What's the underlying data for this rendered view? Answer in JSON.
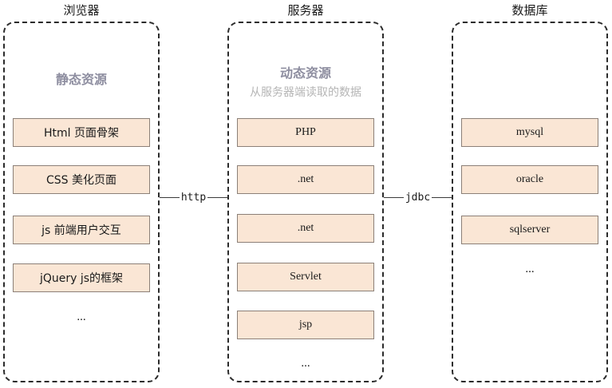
{
  "diagram": {
    "title": "Browser / Server / Database three-tier architecture",
    "colors": {
      "box_fill": "#fae6d5",
      "box_border": "#8c8078",
      "zone_border": "#2b2b2b",
      "heading": "#8e8ea0",
      "subheading": "#b5b5b5",
      "text": "#1a1a1a",
      "background": "#ffffff"
    }
  },
  "columns": [
    {
      "id": "browser",
      "title": "浏览器",
      "heading": "静态资源",
      "subheading": "",
      "items": [
        {
          "label": "Html 页面骨架",
          "cjk": true
        },
        {
          "label": "CSS 美化页面",
          "cjk": true
        },
        {
          "label": "js 前端用户交互",
          "cjk": true
        },
        {
          "label": "jQuery js的框架",
          "cjk": true
        }
      ],
      "ellipsis": "..."
    },
    {
      "id": "server",
      "title": "服务器",
      "heading": "动态资源",
      "subheading": "从服务器端读取的数据",
      "items": [
        {
          "label": "PHP",
          "cjk": false
        },
        {
          "label": ".net",
          "cjk": false
        },
        {
          "label": ".net",
          "cjk": false
        },
        {
          "label": "Servlet",
          "cjk": false
        },
        {
          "label": "jsp",
          "cjk": false
        }
      ],
      "ellipsis": "..."
    },
    {
      "id": "database",
      "title": "数据库",
      "heading": "",
      "subheading": "",
      "items": [
        {
          "label": "mysql",
          "cjk": false
        },
        {
          "label": "oracle",
          "cjk": false
        },
        {
          "label": "sqlserver",
          "cjk": false
        }
      ],
      "ellipsis": "..."
    }
  ],
  "connectors": [
    {
      "id": "browser-to-server",
      "label": "http"
    },
    {
      "id": "server-to-database",
      "label": "jdbc"
    }
  ]
}
